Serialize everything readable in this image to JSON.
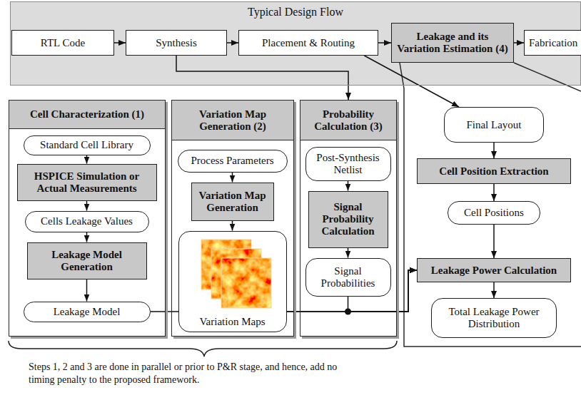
{
  "diagram": {
    "nodes": [
      {
        "text": [
          "Typical Design Flow"
        ]
      },
      {
        "text": [
          "RTL Code"
        ],
        "in": 0
      },
      {
        "text": [
          "Synthesis"
        ],
        "in": 0
      },
      {
        "text": [
          "Placement & Routing"
        ],
        "in": 0
      },
      {
        "text": [
          "Leakage and its Variation Estimation (4)"
        ],
        "in": 0
      },
      {
        "text": [
          "Fabrication"
        ],
        "in": 0
      },
      {
        "text": [
          "Cell Characterization (1)"
        ]
      },
      {
        "text": [
          "Standard Cell Library"
        ],
        "in": 6
      },
      {
        "text": [
          "HSPICE Simulation or Actual Measurements"
        ],
        "in": 6
      },
      {
        "text": [
          "Cells Leakage Values"
        ],
        "in": 6
      },
      {
        "text": [
          "Leakage Model Generation"
        ],
        "in": 6
      },
      {
        "text": [
          "Leakage Model"
        ],
        "in": 6
      },
      {
        "text": [
          "Variation Map Generation (2)"
        ]
      },
      {
        "text": [
          "Process Parameters"
        ],
        "in": 12
      },
      {
        "text": [
          "Variation Map Generation"
        ],
        "in": 12
      },
      {
        "text": [
          "Variation Maps"
        ],
        "in": 12
      },
      {
        "text": [
          "Probability Calculation (3)"
        ]
      },
      {
        "text": [
          "Post-Synthesis Netlist"
        ],
        "in": 16
      },
      {
        "text": [
          "Signal Probability Calculation"
        ],
        "in": 16
      },
      {
        "text": [
          "Signal Probabilities"
        ],
        "in": 16
      },
      {
        "text": [
          "Final Layout"
        ]
      },
      {
        "text": [
          "Cell Position Extraction"
        ]
      },
      {
        "text": [
          "Cell Positions"
        ]
      },
      {
        "text": [
          "Leakage Power Calculation"
        ]
      },
      {
        "text": [
          "Total Leakage Power Distribution"
        ]
      }
    ],
    "edges": [
      {
        "from": 1,
        "to": 2,
        "arrow": "to"
      },
      {
        "from": 2,
        "to": 3,
        "arrow": "to"
      },
      {
        "from": 3,
        "to": 4,
        "arrow": "to"
      },
      {
        "from": 4,
        "to": 5,
        "arrow": "to"
      },
      {
        "from": 7,
        "to": 8,
        "arrow": "to"
      },
      {
        "from": 8,
        "to": 9,
        "arrow": "to"
      },
      {
        "from": 9,
        "to": 10,
        "arrow": "to"
      },
      {
        "from": 10,
        "to": 11,
        "arrow": "to"
      },
      {
        "from": 13,
        "to": 14,
        "arrow": "to"
      },
      {
        "from": 14,
        "to": 15,
        "arrow": "to"
      },
      {
        "from": 17,
        "to": 18,
        "arrow": "to"
      },
      {
        "from": 18,
        "to": 19,
        "arrow": "to"
      },
      {
        "from": 20,
        "to": 21,
        "arrow": "to"
      },
      {
        "from": 21,
        "to": 22,
        "arrow": "to"
      },
      {
        "from": 22,
        "to": 23,
        "arrow": "to"
      },
      {
        "from": 23,
        "to": 24,
        "arrow": "to"
      },
      {
        "from": 2,
        "to": 16,
        "arrow": "to"
      },
      {
        "from": 3,
        "to": 20,
        "arrow": "to"
      },
      {
        "from": 11,
        "to": 23,
        "arrow": "to"
      },
      {
        "from": 15,
        "to": 23,
        "arrow": "to"
      },
      {
        "from": 19,
        "to": 23,
        "arrow": "to"
      }
    ],
    "labels": [
      "Steps 1, 2 and 3 are done in parallel or prior to P&R stage, and hence, add no timing penalty to the proposed framework."
    ]
  }
}
